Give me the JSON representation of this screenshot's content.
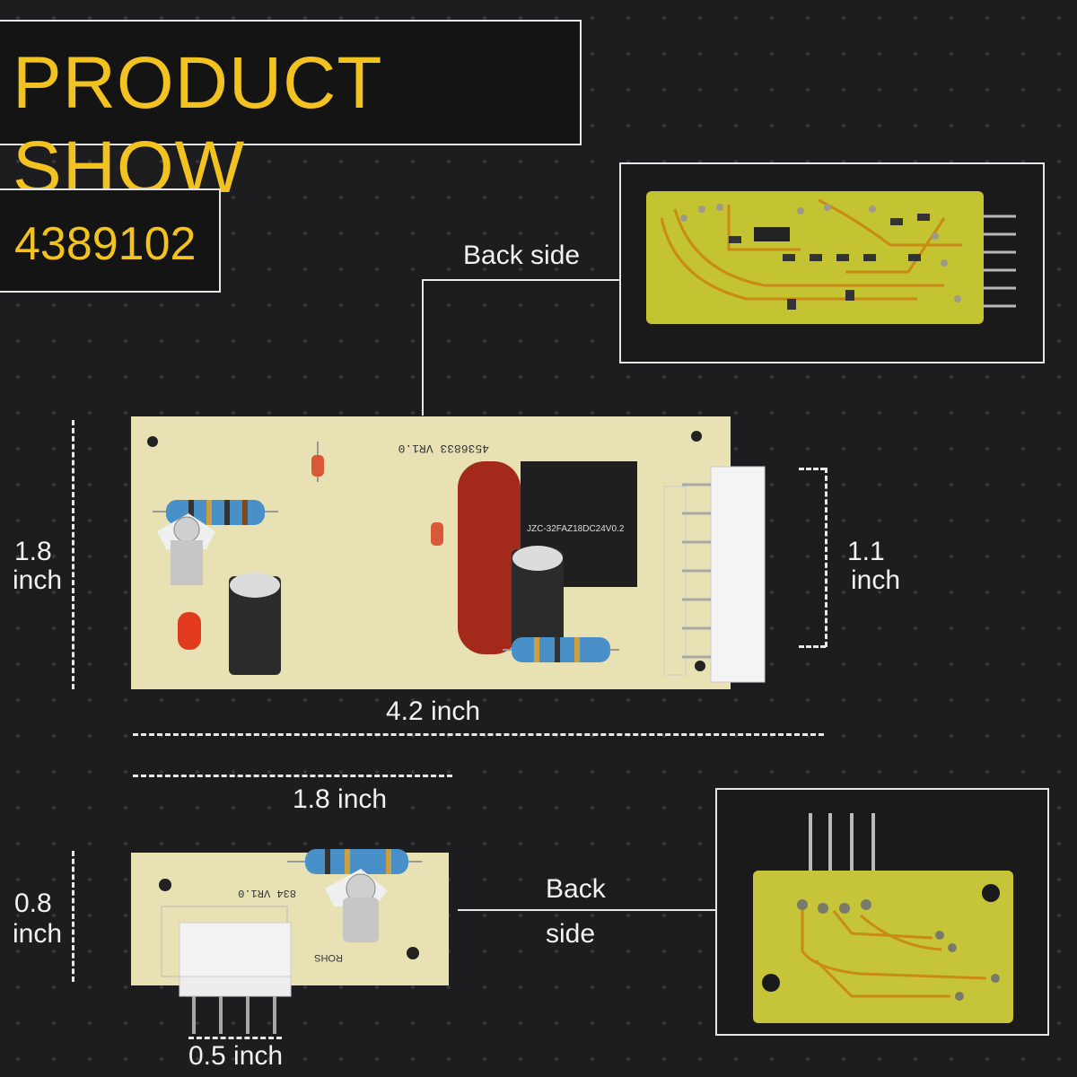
{
  "header": {
    "title": "PRODUCT SHOW",
    "model_number": "4389102"
  },
  "main_board": {
    "back_label": "Back side",
    "silkscreen": "4536833 VR1.0",
    "relay_text": "JZC-32FAZ18DC24V0.2",
    "height_label_1": "1.8",
    "height_label_2": "inch",
    "connector_label_1": "1.1",
    "connector_label_2": "inch",
    "width_label": "4.2 inch"
  },
  "led_board": {
    "width_label": "1.8 inch",
    "height_label_1": "0.8",
    "height_label_2": "inch",
    "connector_width_label": "0.5 inch",
    "back_label_1": "Back",
    "back_label_2": "side",
    "silkscreen": "834 VR1.0",
    "rohs": "ROHS"
  },
  "colors": {
    "title": "#f2c320",
    "pcb_front": "#e9e3b8",
    "pcb_back": "#c8c83a",
    "trace": "#c98a16"
  }
}
